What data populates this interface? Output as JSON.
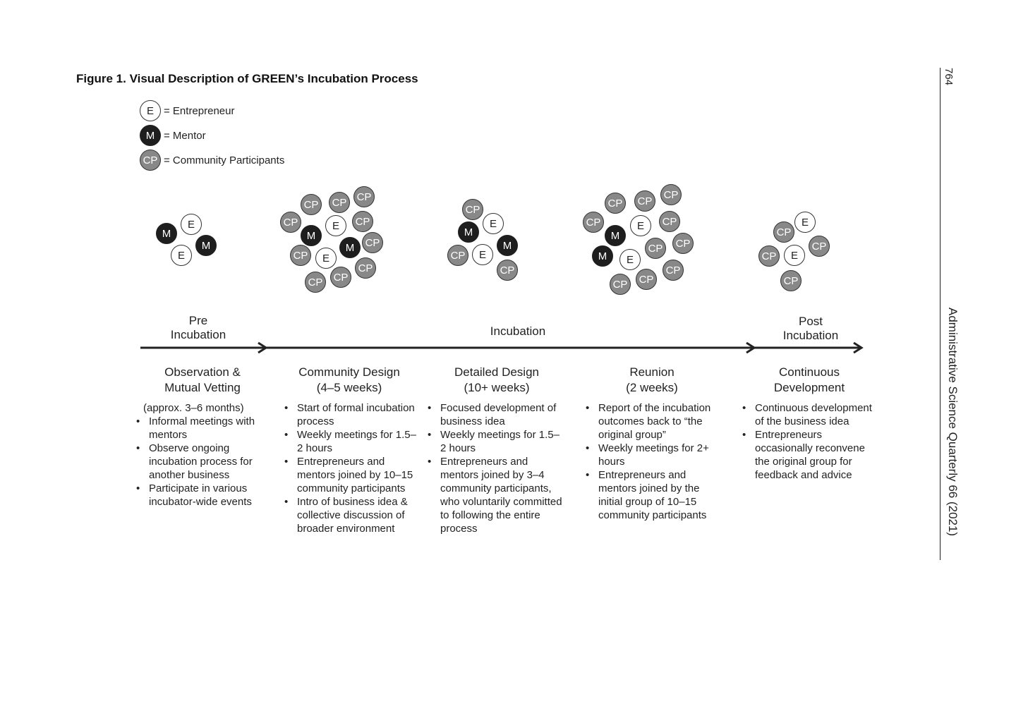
{
  "figure": {
    "title": "Figure 1.  Visual Description of GREEN’s Incubation Process",
    "page_number": "764",
    "journal": "Administrative Science Quarterly 66 (2021)"
  },
  "legend": [
    {
      "symbol": "E",
      "text": "= Entrepreneur"
    },
    {
      "symbol": "M",
      "text": "= Mentor"
    },
    {
      "symbol": "CP",
      "text": "= Community Participants"
    }
  ],
  "phases": {
    "pre": "Pre\nIncubation",
    "incubation": "Incubation",
    "post": "Post\nIncubation"
  },
  "groups": [
    {
      "name": "observation",
      "members": [
        "M",
        "E",
        "E",
        "M"
      ]
    },
    {
      "name": "community-design",
      "members": [
        "CP",
        "CP",
        "CP",
        "CP",
        "M",
        "E",
        "CP",
        "CP",
        "M",
        "CP",
        "E",
        "CP",
        "CP",
        "CP"
      ]
    },
    {
      "name": "detailed-design",
      "members": [
        "CP",
        "M",
        "E",
        "M",
        "CP",
        "E",
        "CP"
      ]
    },
    {
      "name": "reunion",
      "members": [
        "CP",
        "CP",
        "CP",
        "CP",
        "M",
        "E",
        "CP",
        "M",
        "CP",
        "CP",
        "E",
        "CP",
        "CP",
        "CP"
      ]
    },
    {
      "name": "continuous-development",
      "members": [
        "E",
        "CP",
        "CP",
        "CP",
        "E",
        "CP"
      ]
    }
  ],
  "stages": [
    {
      "title": "Observation &\nMutual Vetting",
      "note": "(approx. 3–6 months)",
      "bullets": [
        "Informal meetings with mentors",
        "Observe ongoing incubation process for another business",
        "Participate in various incubator-wide events"
      ]
    },
    {
      "title": "Community Design\n(4–5 weeks)",
      "note": "",
      "bullets": [
        "Start of formal incubation process",
        "Weekly meetings for 1.5–2 hours",
        "Entrepreneurs and mentors joined by 10–15 community participants",
        "Intro of business idea & collective discussion of broader environment"
      ]
    },
    {
      "title": "Detailed Design\n(10+ weeks)",
      "note": "",
      "bullets": [
        "Focused development of business idea",
        "Weekly meetings for 1.5–2 hours",
        "Entrepreneurs and mentors joined by 3–4 community participants, who voluntarily committed to following the entire process"
      ]
    },
    {
      "title": "Reunion\n(2 weeks)",
      "note": "",
      "bullets": [
        "Report of the incubation outcomes back to “the original group”",
        "Weekly meetings for 2+ hours",
        "Entrepreneurs and mentors joined by the initial group of 10–15 community participants"
      ]
    },
    {
      "title": "Continuous\nDevelopment",
      "note": "",
      "bullets": [
        "Continuous development of the business idea",
        "Entrepreneurs occasionally reconvene the original group for feedback and advice"
      ]
    }
  ]
}
